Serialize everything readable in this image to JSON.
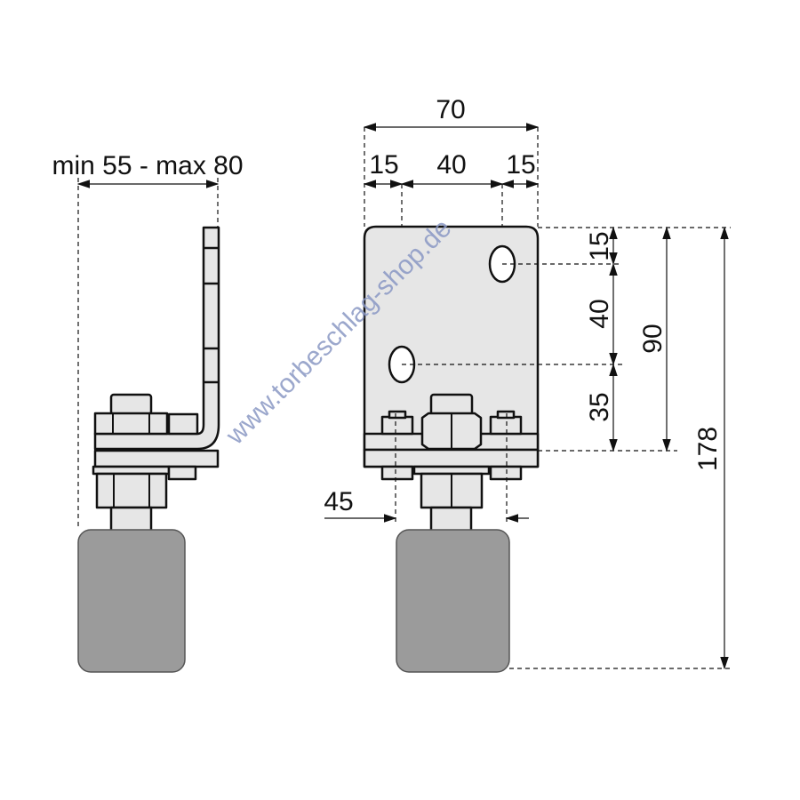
{
  "watermark": "www.torbeschlag-shop.de",
  "side_view": {
    "width_range_label": "min 55 - max 80"
  },
  "front_view": {
    "overall_width": "70",
    "segment_left": "15",
    "segment_middle": "40",
    "segment_right": "15",
    "wheel_width": "45",
    "height_top_slot": "15",
    "height_slot_spacing": "40",
    "height_lower": "35",
    "plate_height": "90",
    "overall_height": "178"
  }
}
